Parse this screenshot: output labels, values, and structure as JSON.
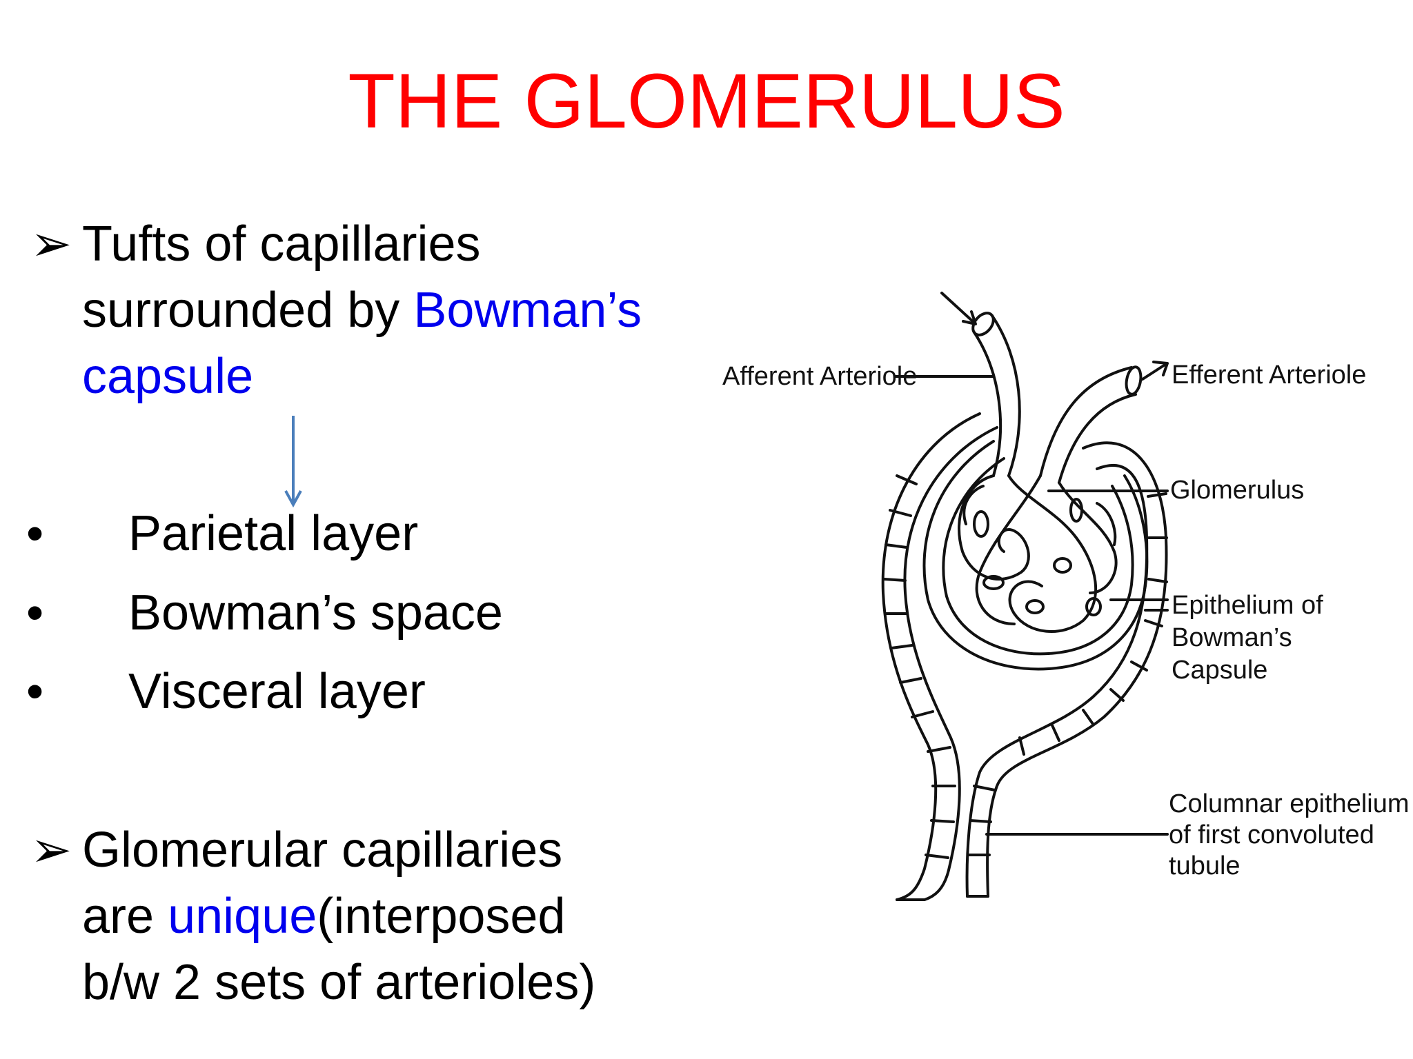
{
  "title": "THE GLOMERULUS",
  "bullet1": {
    "marker": "➢",
    "line1": "Tufts of capillaries",
    "line2_pre": "surrounded by ",
    "line2_blue": "Bowman’s",
    "line3_blue": "capsule"
  },
  "layers": [
    {
      "marker": "•",
      "label": "Parietal layer"
    },
    {
      "marker": "•",
      "label": "Bowman’s space"
    },
    {
      "marker": "•",
      "label": "Visceral layer"
    }
  ],
  "bullet2": {
    "marker": "➢",
    "line1": "Glomerular capillaries",
    "line2_pre": "are ",
    "line2_blue": "unique",
    "line2_post": "(interposed",
    "line3": "b/w 2 sets of arterioles)"
  },
  "diagram": {
    "labels": {
      "afferent": "Afferent Arteriole",
      "efferent": "Efferent Arteriole",
      "glomerulus": "Glomerulus",
      "epithelium_1": "Epithelium of",
      "epithelium_2": "Bowman’s",
      "epithelium_3": "Capsule",
      "columnar_1": "Columnar epithelium",
      "columnar_2": "of first convoluted",
      "columnar_3": "tubule"
    }
  },
  "colors": {
    "title": "#ff0000",
    "highlight": "#0000ee",
    "arrow": "#4a7ebb"
  }
}
